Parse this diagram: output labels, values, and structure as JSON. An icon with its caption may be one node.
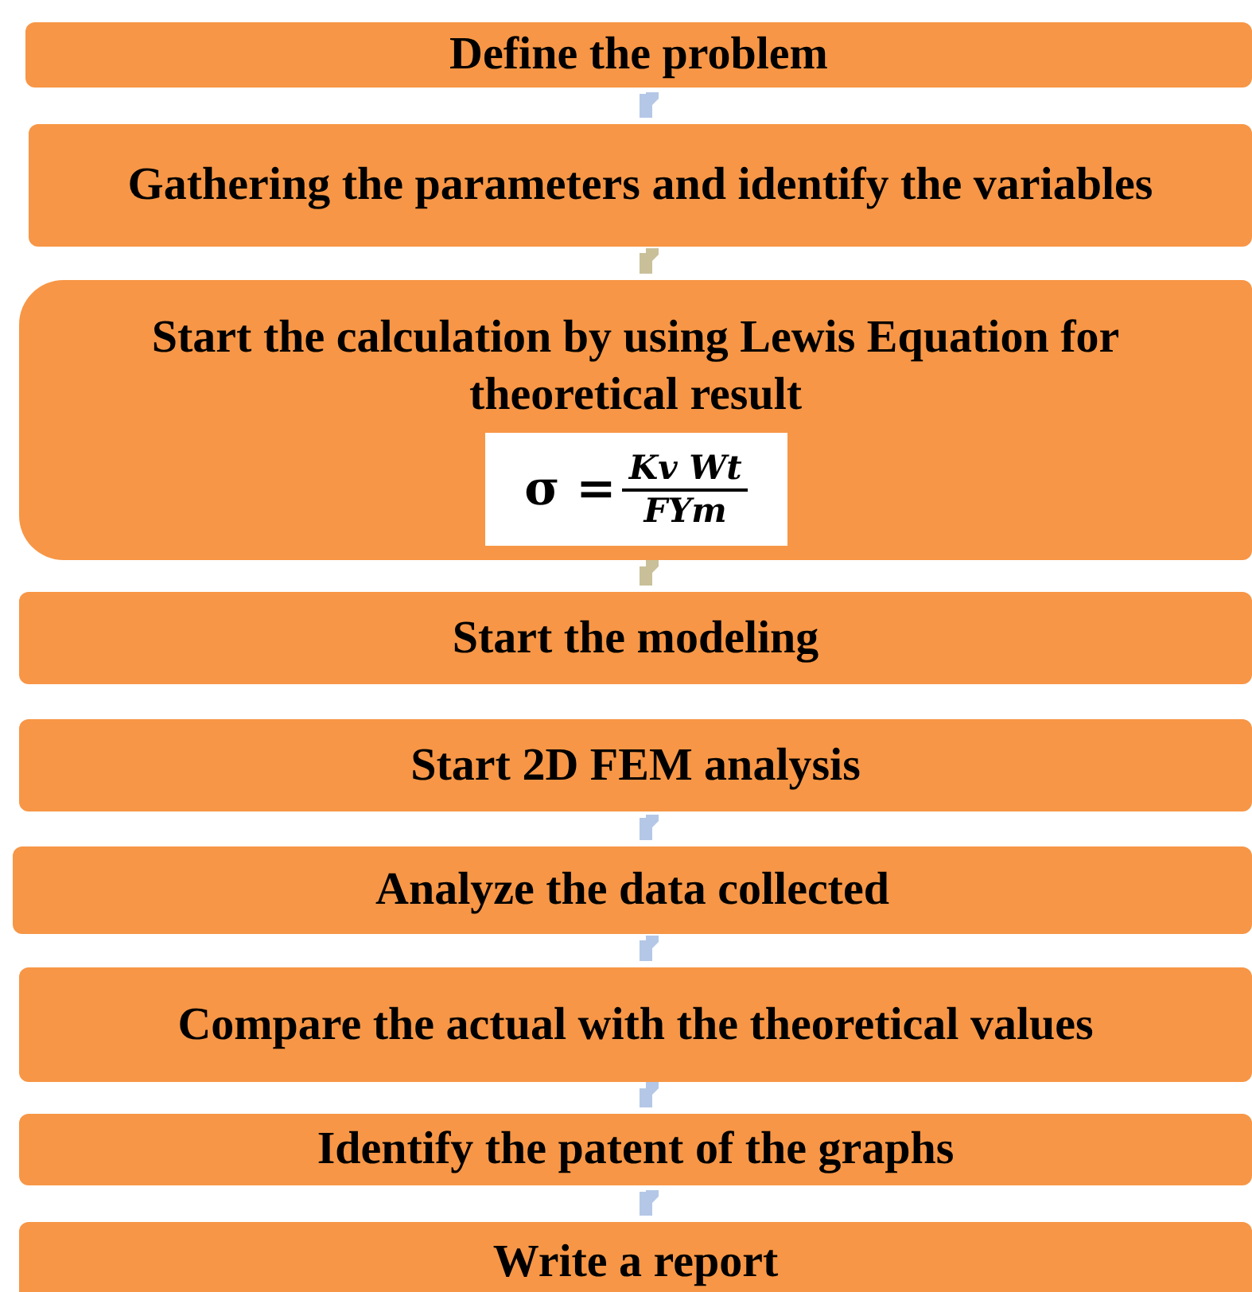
{
  "diagram": {
    "nodes": [
      {
        "text": [
          "Define the problem"
        ]
      },
      {
        "text": [
          "Gathering the parameters and identify the variables"
        ]
      },
      {
        "text": [
          "Start the calculation by using Lewis Equation for theoretical result"
        ]
      },
      {
        "text": [
          "σ =",
          "Kv Wt",
          "FYm"
        ],
        "in": 2
      },
      {
        "text": [
          "Start the modeling"
        ]
      },
      {
        "text": [
          "Start 2D FEM analysis"
        ]
      },
      {
        "text": [
          "Analyze the data collected"
        ]
      },
      {
        "text": [
          "Compare the actual with the theoretical values"
        ]
      },
      {
        "text": [
          "Identify the patent of the graphs"
        ]
      },
      {
        "text": [
          "Write a report"
        ]
      }
    ],
    "edges": [
      {
        "from": 0,
        "to": 1,
        "arrow": "to"
      },
      {
        "from": 1,
        "to": 2,
        "arrow": "to",
        "color": "#c9c09a"
      },
      {
        "from": 2,
        "to": 4,
        "arrow": "to",
        "color": "#c9c09a"
      },
      {
        "from": 5,
        "to": 6,
        "arrow": "to"
      },
      {
        "from": 6,
        "to": 7,
        "arrow": "to"
      },
      {
        "from": 7,
        "to": 8,
        "arrow": "to"
      },
      {
        "from": 8,
        "to": 9,
        "arrow": "to"
      }
    ]
  }
}
